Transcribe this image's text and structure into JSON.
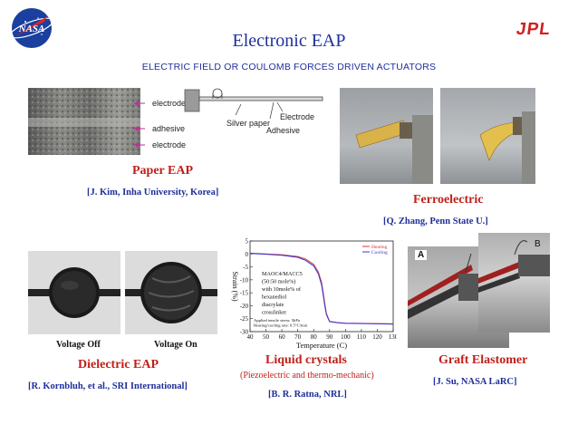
{
  "logos": {
    "left": "NASA",
    "right": "JPL"
  },
  "header": {
    "title": "Electronic EAP",
    "subtitle": "ELECTRIC FIELD OR COULOMB FORCES DRIVEN ACTUATORS"
  },
  "paper_eap": {
    "labels": [
      "electrode",
      "adhesive",
      "electrode"
    ],
    "diagram_labels": [
      "Silver paper",
      "Electrode",
      "Adhesive"
    ],
    "title": "Paper EAP",
    "citation": "[J. Kim, Inha University, Korea]"
  },
  "ferroelectric": {
    "title": "Ferroelectric",
    "citation": "[Q. Zhang, Penn State U.]"
  },
  "dielectric": {
    "caption_off": "Voltage Off",
    "caption_on": "Voltage On",
    "title": "Dielectric EAP",
    "citation": "[R. Kornbluh, et al., SRI International]"
  },
  "liquid_crystals": {
    "title": "Liquid crystals",
    "note": "(Piezoelectric and thermo-mechanic)",
    "citation": "[B. R. Ratna, NRL]"
  },
  "graft": {
    "label_a": "A",
    "label_b": "B",
    "title": "Graft Elastomer",
    "citation": "[J. Su, NASA LaRC]"
  },
  "chart_data": {
    "type": "line",
    "xlabel": "Temperature (C)",
    "ylabel": "Strain (%)",
    "xlim": [
      40,
      130
    ],
    "ylim": [
      -30,
      5
    ],
    "xticks": [
      40,
      50,
      60,
      70,
      80,
      90,
      100,
      110,
      120,
      130
    ],
    "yticks": [
      5,
      0,
      -5,
      -10,
      -15,
      -20,
      -25,
      -30
    ],
    "legend": [
      "Heating",
      "Cooling"
    ],
    "legend_position": "top-right",
    "annotation_lines": [
      "MAOC4/MACC5",
      "(50:50 mole%)",
      "with 10mole% of",
      "hexanediol",
      "diacrylate",
      "crosslinker"
    ],
    "conditions_lines": [
      "Applied tensile stress: 5kPa",
      "Heating/cooling rate: 0.5°C/min"
    ],
    "series": [
      {
        "name": "Heating",
        "color": "#d43a3a",
        "x": [
          40,
          50,
          60,
          70,
          75,
          80,
          83,
          85,
          86,
          87,
          88,
          90,
          95,
          100,
          110,
          120,
          130
        ],
        "y": [
          0.3,
          0,
          -0.3,
          -1,
          -2,
          -4,
          -7,
          -11,
          -15,
          -19,
          -23,
          -26,
          -26.5,
          -26.7,
          -26.8,
          -26.9,
          -27
        ]
      },
      {
        "name": "Cooling",
        "color": "#3a3ad4",
        "x": [
          40,
          50,
          60,
          70,
          75,
          80,
          83,
          85,
          86,
          87,
          88,
          90,
          95,
          100,
          110,
          120,
          130
        ],
        "y": [
          0.2,
          -0.1,
          -0.5,
          -1.3,
          -2.5,
          -4.6,
          -7.8,
          -12,
          -16,
          -20,
          -23.5,
          -26.2,
          -26.6,
          -26.8,
          -26.9,
          -27,
          -27.1
        ]
      }
    ]
  },
  "colors": {
    "title_blue": "#1f2f9a",
    "accent_red": "#c0201a"
  }
}
